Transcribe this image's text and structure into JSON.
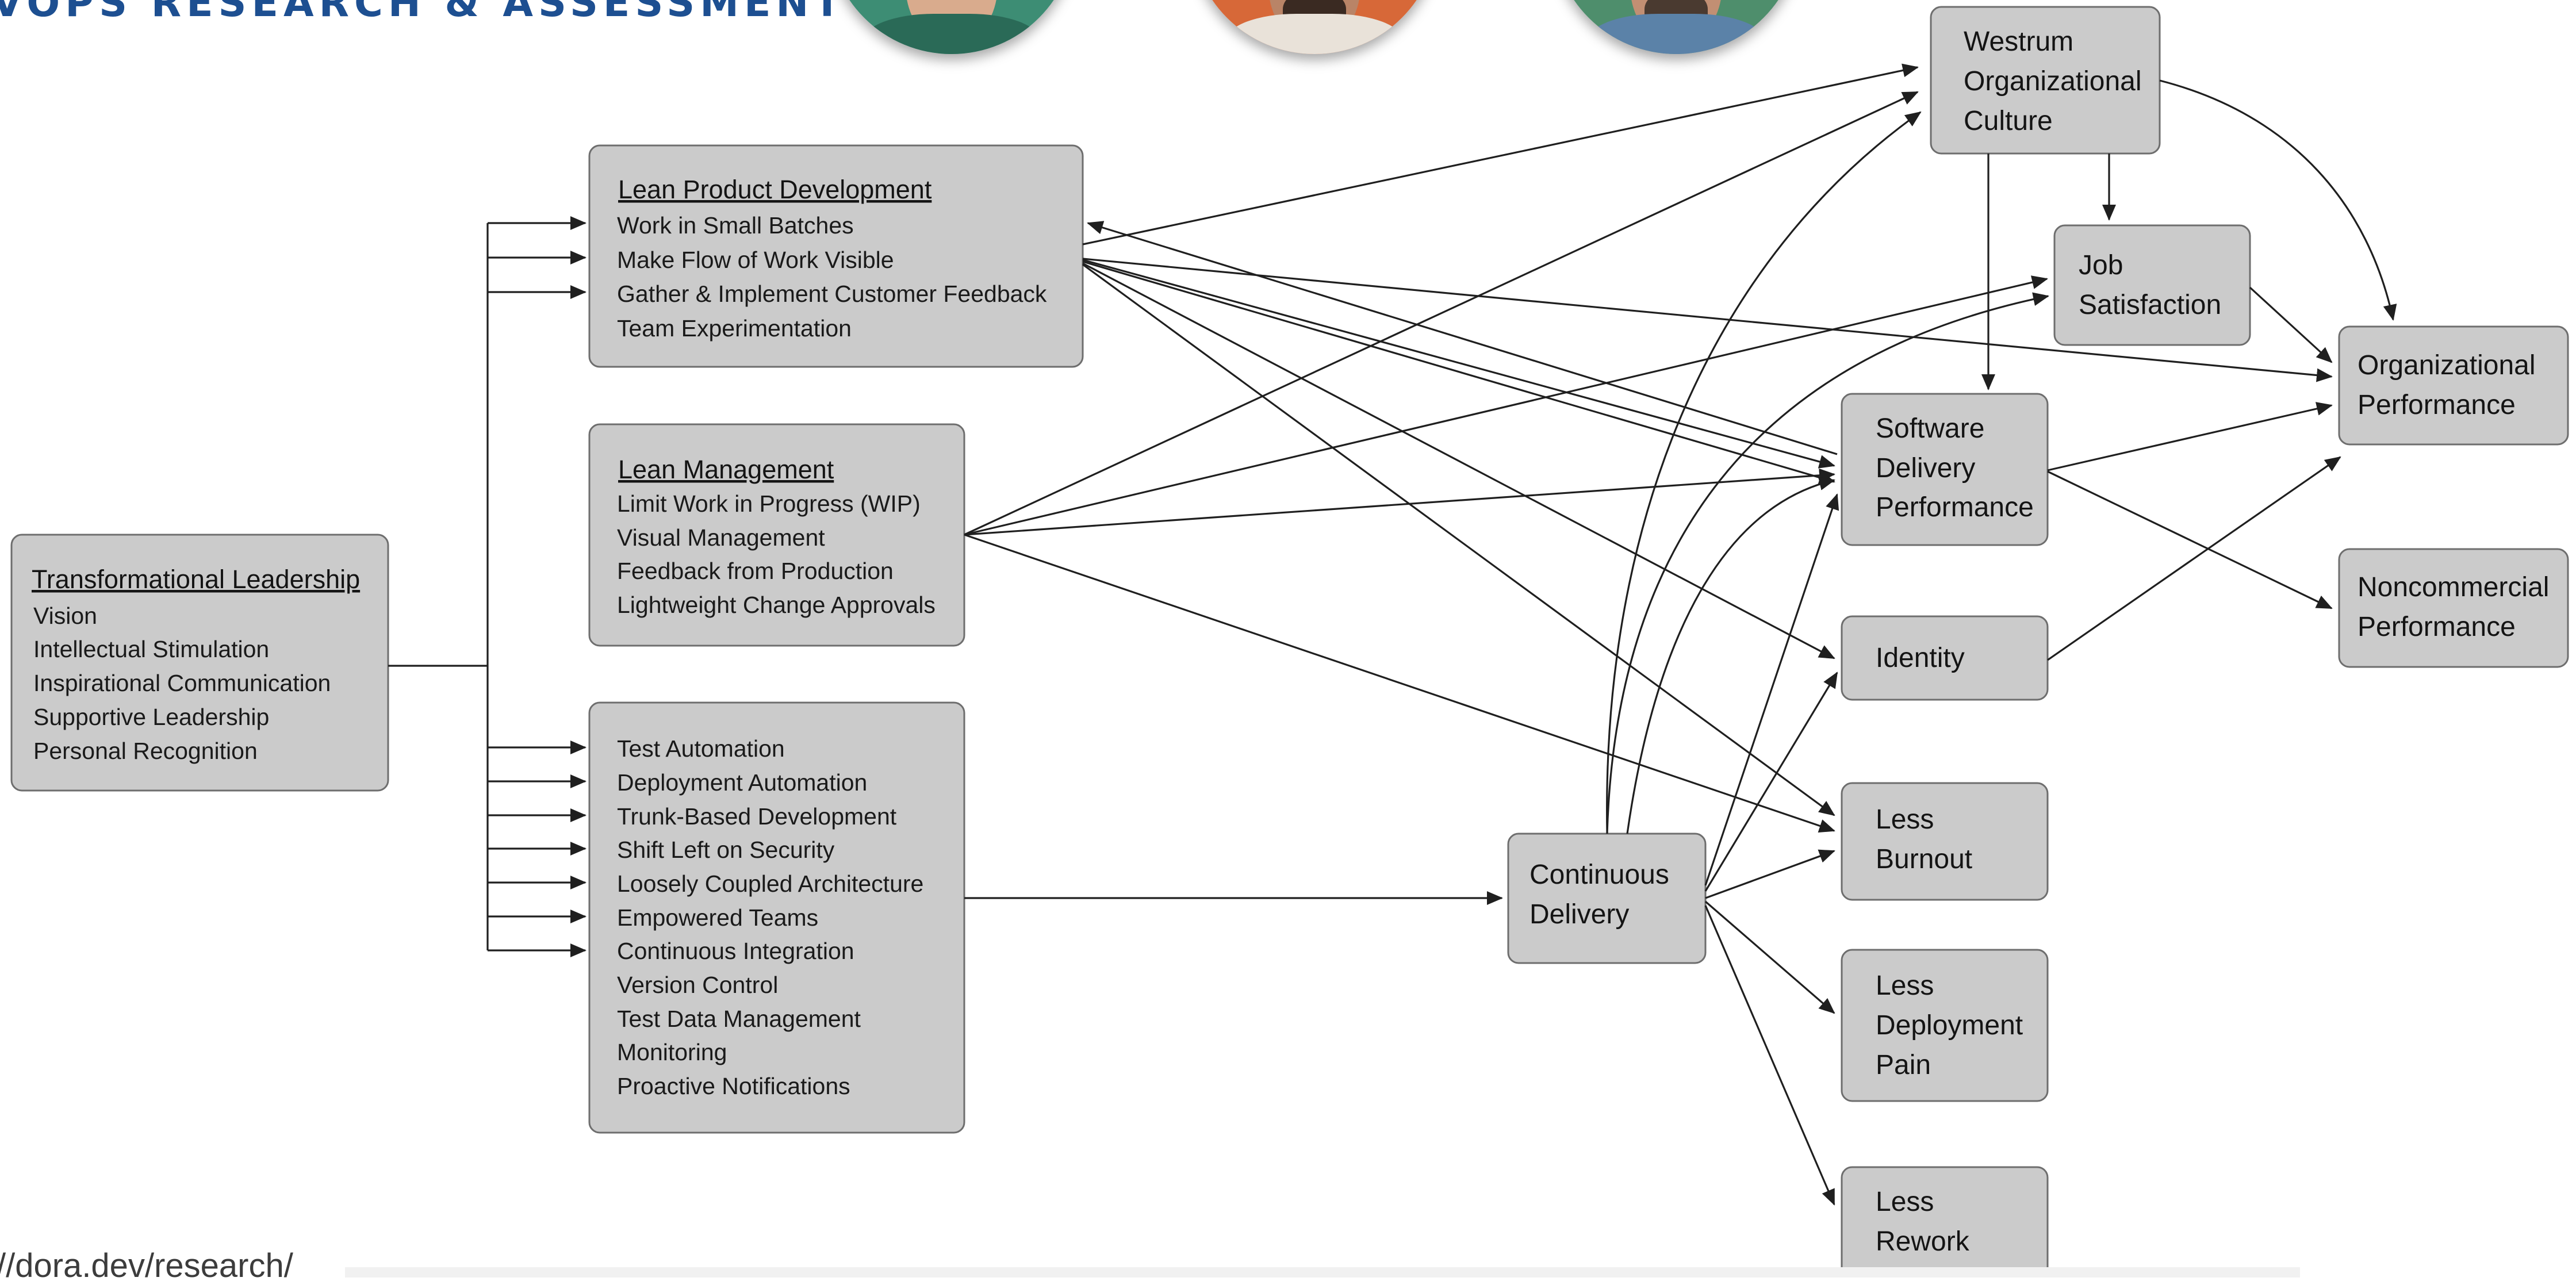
{
  "header": {
    "title": "VOPS RESEARCH & ASSESSMENT"
  },
  "footer": {
    "url": "//dora.dev/research/"
  },
  "colors": {
    "title": "#1d4f91",
    "box_fill": "#cbcbcb",
    "box_stroke": "#6e6e6e",
    "arrow": "#1f1f1f"
  },
  "photos": [
    {
      "name": "presenter-photo-1",
      "bg": "#3d8d74",
      "collar": "#2a6a57"
    },
    {
      "name": "presenter-photo-2",
      "bg": "#d76838",
      "collar": "#e9e2d9"
    },
    {
      "name": "presenter-photo-3",
      "bg": "#4e8e6c",
      "collar": "#5b82a8"
    }
  ],
  "nodes": {
    "transformational_leadership": {
      "title": "Transformational Leadership",
      "items": [
        "Vision",
        "Intellectual Stimulation",
        "Inspirational Communication",
        "Supportive Leadership",
        "Personal Recognition"
      ]
    },
    "lean_product_development": {
      "title": "Lean Product Development",
      "items": [
        "Work in Small Batches",
        "Make Flow of Work Visible",
        "Gather & Implement Customer Feedback",
        "Team Experimentation"
      ]
    },
    "lean_management": {
      "title": "Lean Management",
      "items": [
        "Limit Work in Progress (WIP)",
        "Visual Management",
        "Feedback from Production",
        "Lightweight Change Approvals"
      ]
    },
    "technical_capabilities": {
      "items": [
        "Test Automation",
        "Deployment Automation",
        "Trunk-Based Development",
        "Shift Left on Security",
        "Loosely Coupled Architecture",
        "Empowered Teams",
        "Continuous Integration",
        "Version Control",
        "Test Data Management",
        "Monitoring",
        "Proactive Notifications"
      ]
    },
    "continuous_delivery": {
      "lines": [
        "Continuous",
        "Delivery"
      ]
    },
    "westrum_culture": {
      "lines": [
        "Westrum",
        "Organizational",
        "Culture"
      ]
    },
    "job_satisfaction": {
      "lines": [
        "Job",
        "Satisfaction"
      ]
    },
    "software_delivery_performance": {
      "lines": [
        "Software",
        "Delivery",
        "Performance"
      ]
    },
    "identity": {
      "lines": [
        "Identity"
      ]
    },
    "less_burnout": {
      "lines": [
        "Less",
        "Burnout"
      ]
    },
    "less_deployment_pain": {
      "lines": [
        "Less",
        "Deployment",
        "Pain"
      ]
    },
    "less_rework": {
      "lines": [
        "Less",
        "Rework"
      ]
    },
    "organizational_performance": {
      "lines": [
        "Organizational",
        "Performance"
      ]
    },
    "noncommercial_performance": {
      "lines": [
        "Noncommercial",
        "Performance"
      ]
    }
  }
}
